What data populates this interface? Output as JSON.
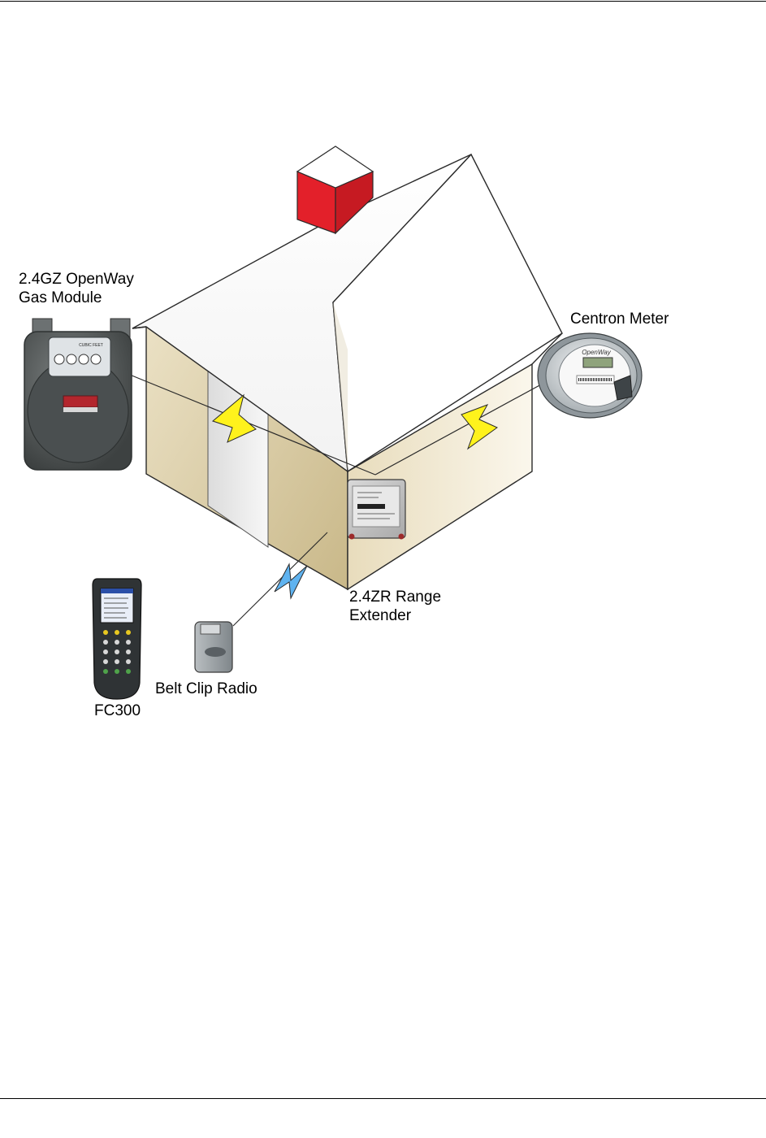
{
  "labels": {
    "gas_module": [
      "2.4GZ OpenWay",
      "Gas Module"
    ],
    "centron_meter": "Centron Meter",
    "range_extender": [
      "2.4ZR Range",
      "Extender"
    ],
    "belt_clip_radio": "Belt Clip Radio",
    "fc300": "FC300"
  },
  "device_text": {
    "meter_brand": "OpenWay",
    "gas_dial_label": "CUBIC FEET"
  },
  "colors": {
    "chimney_red": "#e3202a",
    "wall_tan": "#ddcfa8",
    "roof_white": "#ffffff",
    "wired_link_yellow": "#fff21c",
    "radio_link_blue": "#5fb3f0",
    "gas_meter_body": "#55595a"
  }
}
